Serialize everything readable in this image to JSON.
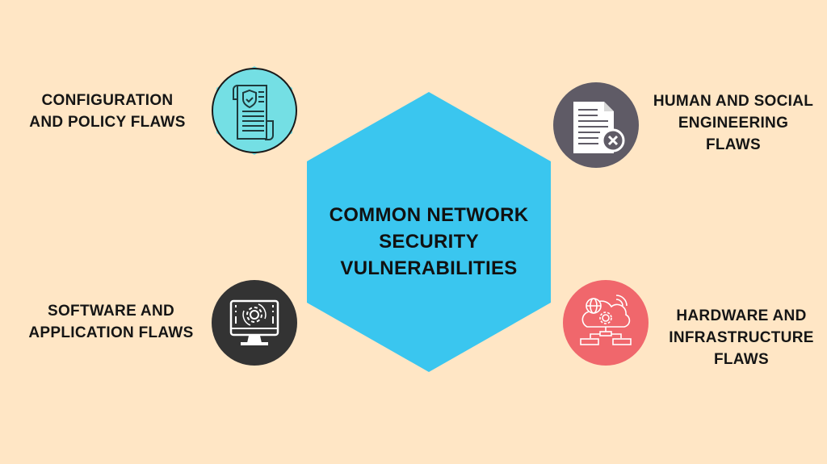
{
  "colors": {
    "background": "#ffe6c5",
    "hexagon": "#3ac6ef",
    "config_icon": "#74dfe4",
    "human_icon": "#5f5b66",
    "software_icon": "#333333",
    "hardware_icon": "#f0676c",
    "text": "#151515"
  },
  "center": {
    "lines": [
      "COMMON NETWORK",
      "SECURITY",
      "VULNERABILITIES"
    ]
  },
  "items": [
    {
      "lines": [
        "CONFIGURATION",
        "AND POLICY FLAWS"
      ],
      "icon": "policy-document-shield-icon"
    },
    {
      "lines": [
        "HUMAN AND SOCIAL",
        "ENGINEERING",
        "FLAWS"
      ],
      "icon": "document-reject-icon"
    },
    {
      "lines": [
        "SOFTWARE AND",
        "APPLICATION FLAWS"
      ],
      "icon": "monitor-gear-icon"
    },
    {
      "lines": [
        "HARDWARE AND",
        "INFRASTRUCTURE",
        "FLAWS"
      ],
      "icon": "cloud-network-icon"
    }
  ]
}
